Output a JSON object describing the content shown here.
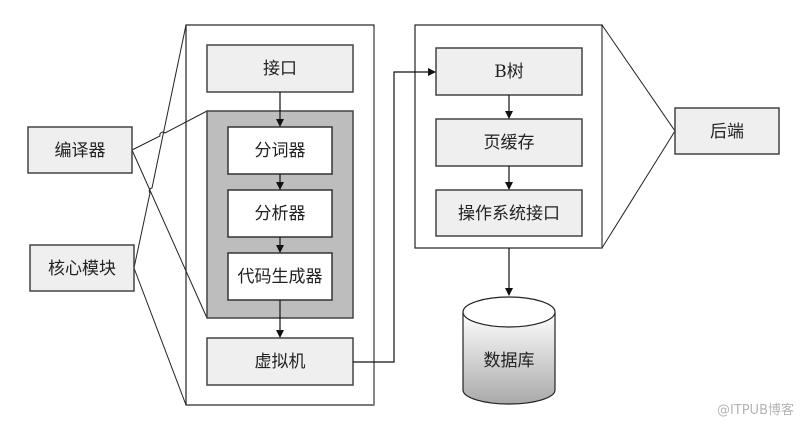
{
  "diagram": {
    "title": "",
    "nodes": {
      "compiler": {
        "label": "编译器"
      },
      "core": {
        "label": "核心模块"
      },
      "interface": {
        "label": "接口"
      },
      "tokenizer": {
        "label": "分词器"
      },
      "parser": {
        "label": "分析器"
      },
      "codegen": {
        "label": "代码生成器"
      },
      "vm": {
        "label": "虚拟机"
      },
      "btree": {
        "label": "B树"
      },
      "pagecache": {
        "label": "页缓存"
      },
      "osinterface": {
        "label": "操作系统接口"
      },
      "backend": {
        "label": "后端"
      },
      "database": {
        "label": "数据库"
      }
    },
    "edges": [
      {
        "from": "interface",
        "to": "tokenizer"
      },
      {
        "from": "tokenizer",
        "to": "parser"
      },
      {
        "from": "parser",
        "to": "codegen"
      },
      {
        "from": "codegen",
        "to": "vm"
      },
      {
        "from": "vm",
        "to": "btree"
      },
      {
        "from": "btree",
        "to": "pagecache"
      },
      {
        "from": "pagecache",
        "to": "osinterface"
      },
      {
        "from": "osinterface",
        "to": "database"
      }
    ],
    "groupings": [
      {
        "label_node": "compiler",
        "group": "compiler-panel"
      },
      {
        "label_node": "core",
        "group": "core-panel"
      },
      {
        "label_node": "backend",
        "group": "backend-panel"
      }
    ],
    "colors": {
      "light_box": "#efefef",
      "compiler_panel": "#bdbdbd",
      "white_box": "#ffffff",
      "stroke": "#222222"
    }
  },
  "watermark": "@ITPUB博客"
}
